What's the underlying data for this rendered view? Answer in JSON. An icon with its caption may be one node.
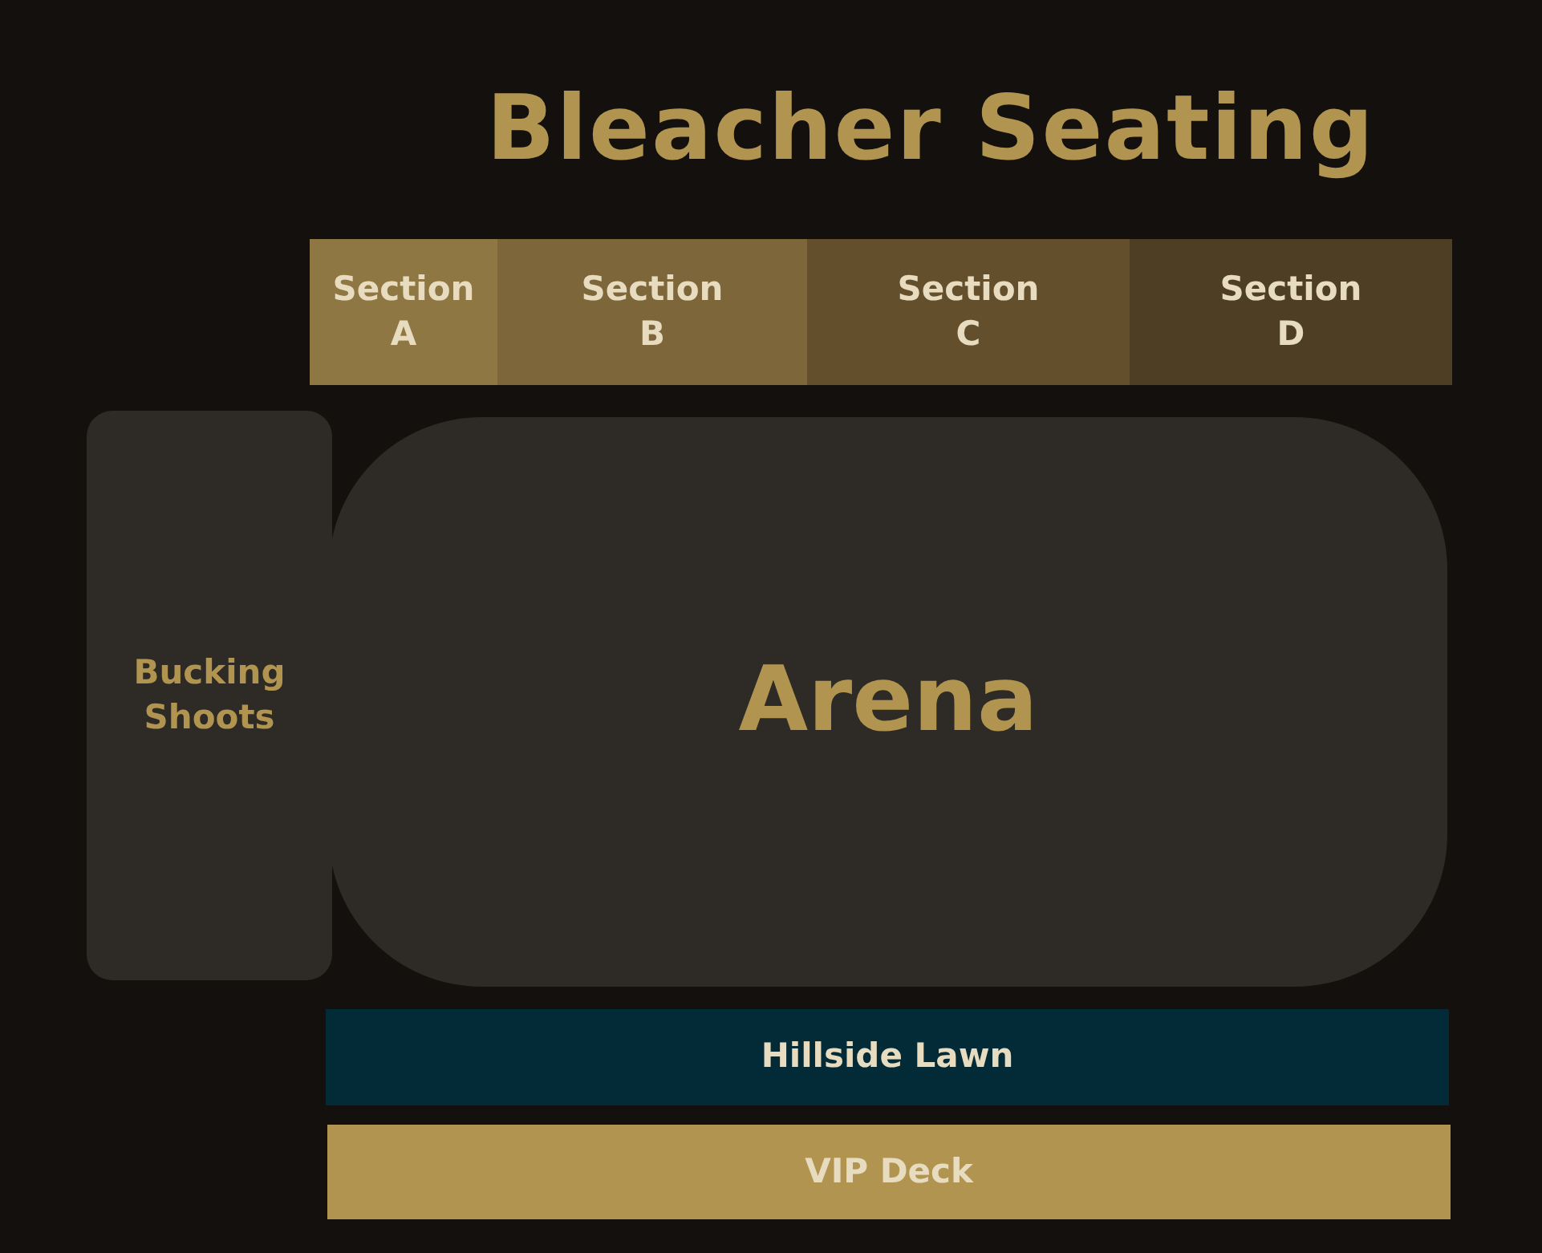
{
  "diagram": {
    "title": "Bleacher Seating",
    "nodes": [
      {
        "text": [
          "Section A"
        ]
      },
      {
        "text": [
          "Section B"
        ]
      },
      {
        "text": [
          "Section C"
        ]
      },
      {
        "text": [
          "Section D"
        ]
      },
      {
        "text": [
          "Bucking Shoots"
        ]
      },
      {
        "text": [
          "Arena"
        ]
      },
      {
        "text": [
          "Hillside Lawn"
        ]
      },
      {
        "text": [
          "VIP Deck"
        ]
      }
    ],
    "edges": []
  }
}
